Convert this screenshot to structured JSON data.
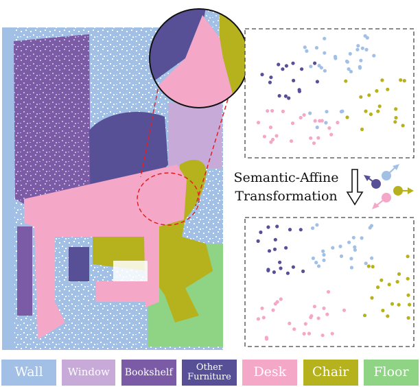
{
  "caption": {
    "line1": "Semantic-Affine",
    "line2": "Transformation"
  },
  "classes": [
    {
      "key": "wall",
      "label": "Wall",
      "label_line2": "",
      "color": "#a2bfe6"
    },
    {
      "key": "window",
      "label": "Window",
      "label_line2": "",
      "color": "#c8aad9"
    },
    {
      "key": "bookshelf",
      "label": "Bookshelf",
      "label_line2": "",
      "color": "#7b5aa6"
    },
    {
      "key": "other",
      "label": "Other",
      "label_line2": "Furniture",
      "color": "#575097"
    },
    {
      "key": "desk",
      "label": "Desk",
      "label_line2": "",
      "color": "#f5a7c8"
    },
    {
      "key": "chair",
      "label": "Chair",
      "label_line2": "",
      "color": "#b6b21d"
    },
    {
      "key": "floor",
      "label": "Floor",
      "label_line2": "",
      "color": "#8fd485"
    }
  ]
}
